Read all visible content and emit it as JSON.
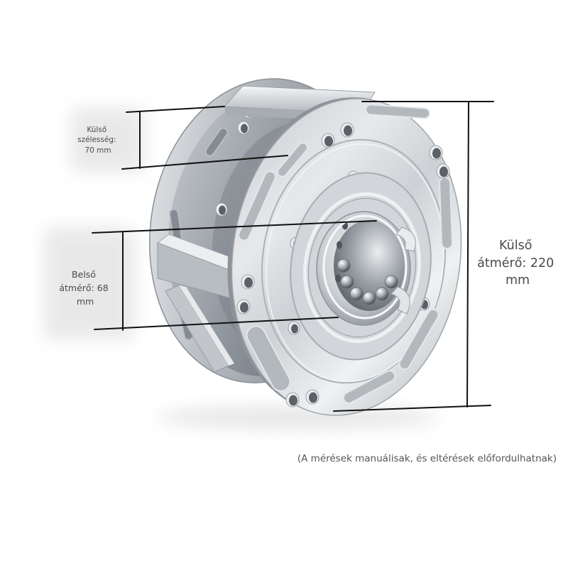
{
  "annotations": {
    "outer_width": {
      "lines": [
        "Külső",
        "szélesség:",
        "70 mm"
      ]
    },
    "inner_diameter": {
      "lines": [
        "Belső",
        "átmérő: 68",
        "mm"
      ]
    },
    "outer_diameter": {
      "lines": [
        "Külső",
        "átmérő: 220",
        "mm"
      ]
    }
  },
  "disclaimer": "(A mérések manuálisak, és eltérések előfordulhatnak)",
  "colors": {
    "dimension_line": "#111111",
    "label_text": "#4a4a4a",
    "note_text": "#555555"
  }
}
